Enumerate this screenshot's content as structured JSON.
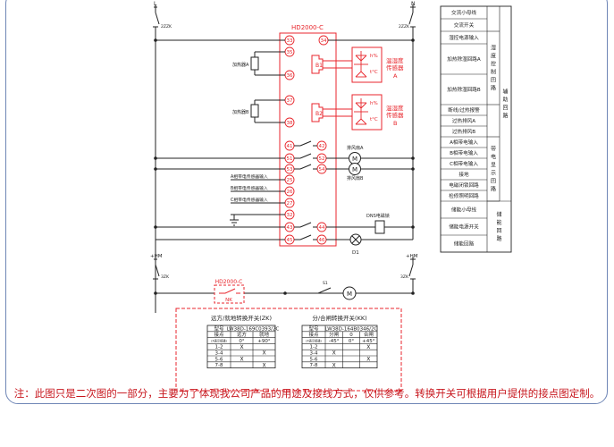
{
  "controller": {
    "model": "HD2000-C",
    "terminals": [
      "33",
      "34",
      "35",
      "36",
      "37",
      "38",
      "41",
      "42",
      "51",
      "52",
      "53",
      "54",
      "25",
      "26",
      "27",
      "28",
      "32",
      "43",
      "44",
      "45",
      "46"
    ]
  },
  "breakers": {
    "l_label": "L",
    "n_label": "N",
    "top_rating": "2ZZK",
    "hm_label": "+HM",
    "bottom_rating": "3ZK"
  },
  "heaters": {
    "a": "加热器A",
    "b": "加热器B"
  },
  "sensors": {
    "b1": "B1",
    "b2": "B2",
    "humidity": "h%",
    "temp": "t°C",
    "a_label": "温湿度传感器A",
    "b_label": "温湿度传感器B",
    "line1": "温湿度",
    "line2": "传感器",
    "a_letter": "A",
    "b_letter": "B"
  },
  "fans": {
    "a": "排风扇A",
    "b": "排风扇B",
    "m": "M"
  },
  "inputs": {
    "a": "A相带电传感器输入",
    "b": "B相带电传感器输入",
    "c": "C相带电传感器输入"
  },
  "lock": {
    "label": "DNS电磁锁"
  },
  "lamp": {
    "label": "D1"
  },
  "nk": {
    "model": "HD2000-C",
    "label": "NK",
    "switch": "S1"
  },
  "legend": {
    "rows": [
      {
        "label": "交流小母线",
        "group": "辅助回路"
      },
      {
        "label": "交流开关",
        "group": "辅助回路"
      },
      {
        "label": "湿控电源输入",
        "group": "湿度控制回路"
      },
      {
        "label": "加热除湿回路A",
        "group": "湿度控制回路"
      },
      {
        "label": "加热除湿回路B",
        "group": "湿度控制回路"
      },
      {
        "label": "断线/过热报警",
        "group": "辅助回路"
      },
      {
        "label": "过热排风A",
        "group": "辅助回路"
      },
      {
        "label": "过热排风B",
        "group": "辅助回路"
      },
      {
        "label": "A相带电输入",
        "group": "带电显示回路"
      },
      {
        "label": "B相带电输入",
        "group": "带电显示回路"
      },
      {
        "label": "C相带电输入",
        "group": "带电显示回路"
      },
      {
        "label": "接地",
        "group": "带电显示回路"
      },
      {
        "label": "电磁闭锁回路",
        "group": "带电显示回路"
      },
      {
        "label": "检修照明回路",
        "group": "带电显示回路"
      },
      {
        "label": "储能小母线",
        "group": "储能回路"
      },
      {
        "label": "储能电源开关",
        "group": "储能回路"
      },
      {
        "label": "储能回路",
        "group": "储能回路"
      }
    ],
    "group_labels": {
      "sub": "湿度控制回路",
      "aux": "辅助回路",
      "live": "带电显示回路",
      "store": "储能回路"
    }
  },
  "zk_table": {
    "title": "远方/就地转换开关(ZK)",
    "type_label": "型号",
    "type_value": "LW38D-169C0393/2C",
    "contact_label": "接点",
    "contact_note": "(X表示接通)",
    "pos_headers": [
      "远方",
      "就地"
    ],
    "angles": [
      "0°",
      "+90°"
    ],
    "rows": [
      {
        "contact": "1-2",
        "marks": [
          "X",
          ""
        ]
      },
      {
        "contact": "3-4",
        "marks": [
          "",
          "X"
        ]
      },
      {
        "contact": "5-6",
        "marks": [
          "X",
          ""
        ]
      },
      {
        "contact": "7-8",
        "marks": [
          "",
          "X"
        ]
      }
    ]
  },
  "kk_table": {
    "title": "分/合闸转换开关(KK)",
    "type_label": "型号",
    "type_value": "LW38D-164B0346/2C",
    "contact_label": "接点",
    "contact_note": "(X表示接通)",
    "pos_headers": [
      "分闸",
      "0",
      "合闸"
    ],
    "angles": [
      "-45°",
      "0°",
      "+45°"
    ],
    "rows": [
      {
        "contact": "1-2",
        "marks": [
          "",
          "",
          "X"
        ]
      },
      {
        "contact": "3-4",
        "marks": [
          "X",
          "",
          ""
        ]
      },
      {
        "contact": "5-6",
        "marks": [
          "",
          "",
          "X"
        ]
      },
      {
        "contact": "7-8",
        "marks": [
          "X",
          "",
          ""
        ]
      }
    ]
  },
  "footnote": "注：此图只是二次图的一部分，主要为了体现我公司产品的用途及接线方式，仅供参考。转换开关可根据用户提供的接点图定制。",
  "colors": {
    "red": "#e8262c",
    "line": "#222222",
    "frame": "#6f86b6"
  }
}
